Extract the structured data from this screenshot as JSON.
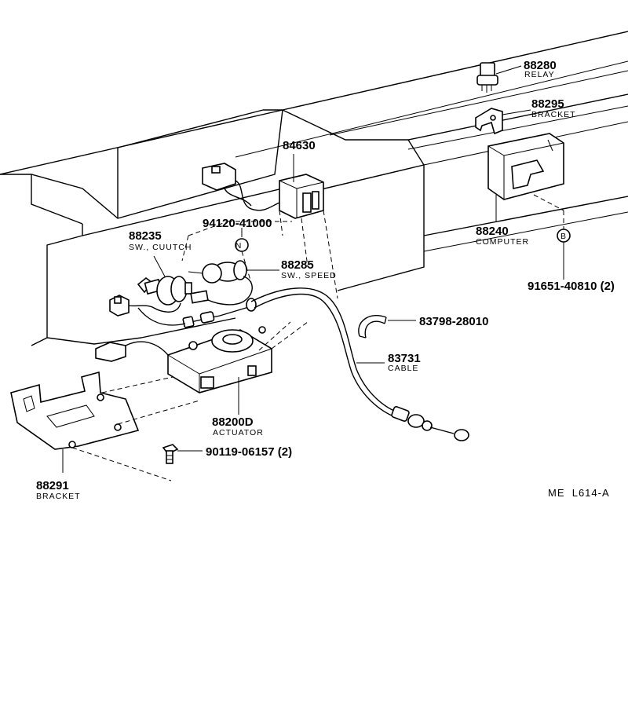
{
  "parts": {
    "relay": {
      "number": "88280",
      "caption": "RELAY"
    },
    "bracket_top": {
      "number": "88295",
      "caption": "BRACKET"
    },
    "connector": {
      "number": "84630"
    },
    "computer": {
      "number": "88240",
      "caption": "COMPUTER"
    },
    "clip": {
      "number": "94120-41000"
    },
    "clutch_switch": {
      "number": "88235",
      "caption": "SW., CUUTCH"
    },
    "speed_switch": {
      "number": "88285",
      "caption": "SW., SPEED"
    },
    "screw": {
      "number": "91651-40810 (2)"
    },
    "hose": {
      "number": "83798-28010"
    },
    "cable": {
      "number": "83731",
      "caption": "CABLE"
    },
    "actuator": {
      "number": "88200D",
      "caption": "ACTUATOR"
    },
    "bolt": {
      "number": "90119-06157 (2)"
    },
    "bracket_bottom": {
      "number": "88291",
      "caption": "BRACKET"
    }
  },
  "markers": {
    "n": "N",
    "b": "B"
  },
  "reference": "ME  L614-A"
}
